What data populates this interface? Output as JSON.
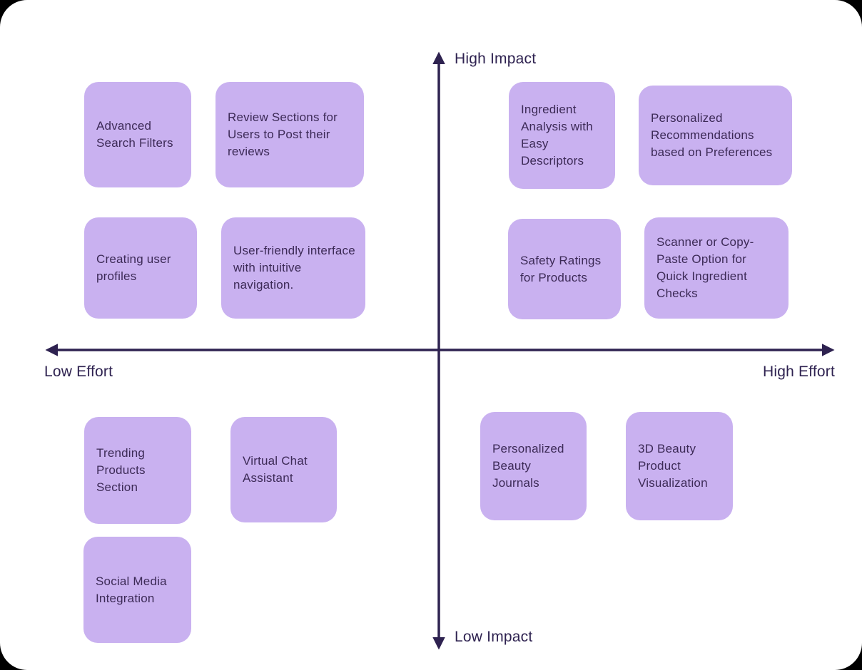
{
  "canvas": {
    "background_color": "#000000",
    "surface_color": "#ffffff"
  },
  "axes": {
    "color": "#2e2250",
    "top_label": "High Impact",
    "bottom_label": "Low Impact",
    "left_label": "Low Effort",
    "right_label": "High Effort"
  },
  "notes": {
    "fill_color": "#c9b1f0",
    "text_color": "#3c2a56",
    "items": [
      {
        "label": "Advanced Search Filters",
        "quadrant": "high-impact-low-effort"
      },
      {
        "label": "Review Sections for Users to Post their reviews",
        "quadrant": "high-impact-low-effort"
      },
      {
        "label": "Creating user profiles",
        "quadrant": "high-impact-low-effort"
      },
      {
        "label": "User-friendly interface with intuitive navigation.",
        "quadrant": "high-impact-low-effort"
      },
      {
        "label": "Ingredient Analysis with Easy Descriptors",
        "quadrant": "high-impact-high-effort"
      },
      {
        "label": "Personalized Recommendations based on Preferences",
        "quadrant": "high-impact-high-effort"
      },
      {
        "label": "Safety Ratings for Products",
        "quadrant": "high-impact-high-effort"
      },
      {
        "label": "Scanner or Copy-Paste Option for Quick Ingredient Checks",
        "quadrant": "high-impact-high-effort"
      },
      {
        "label": "Trending Products Section",
        "quadrant": "low-impact-low-effort"
      },
      {
        "label": "Virtual Chat Assistant",
        "quadrant": "low-impact-low-effort"
      },
      {
        "label": "Social Media Integration",
        "quadrant": "low-impact-low-effort"
      },
      {
        "label": "Personalized Beauty Journals",
        "quadrant": "low-impact-high-effort"
      },
      {
        "label": "3D Beauty Product Visualization",
        "quadrant": "low-impact-high-effort"
      }
    ]
  }
}
